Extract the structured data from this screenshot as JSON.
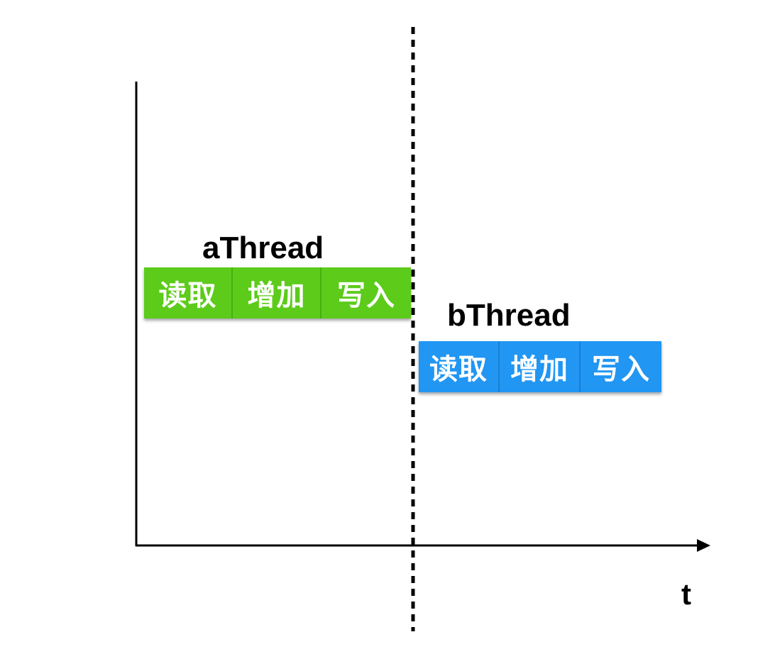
{
  "threads": {
    "a": {
      "name": "aThread",
      "color": "#5ccb1a",
      "steps": [
        "读取",
        "增加",
        "写入"
      ]
    },
    "b": {
      "name": "bThread",
      "color": "#2196f3",
      "steps": [
        "读取",
        "增加",
        "写入"
      ]
    }
  },
  "axis": {
    "x_label": "t"
  },
  "colors": {
    "axis": "#000000",
    "background": "#ffffff"
  }
}
